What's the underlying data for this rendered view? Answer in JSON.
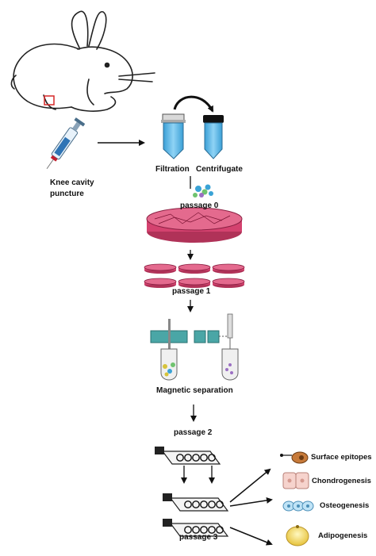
{
  "labels": {
    "knee_line1": "Knee cavity",
    "knee_line2": "puncture",
    "filtration": "Filtration",
    "centrifugate": "Centrifugate",
    "passage0": "passage 0",
    "passage1": "passage 1",
    "magnetic": "Magnetic separation",
    "passage2": "passage 2",
    "passage3": "passage 3"
  },
  "outcomes": [
    {
      "label": "Surface epitopes",
      "icon": "surface-epitope-icon"
    },
    {
      "label": "Chondrogenesis",
      "icon": "chondrocyte-icon"
    },
    {
      "label": "Osteogenesis",
      "icon": "osteocyte-icon"
    },
    {
      "label": "Adipogenesis",
      "icon": "adipocyte-icon"
    }
  ],
  "colors": {
    "tube_blue": "#5fb8e6",
    "dish_pink": "#d4426f",
    "magnet_teal": "#4aa6a6",
    "line": "#111111"
  }
}
